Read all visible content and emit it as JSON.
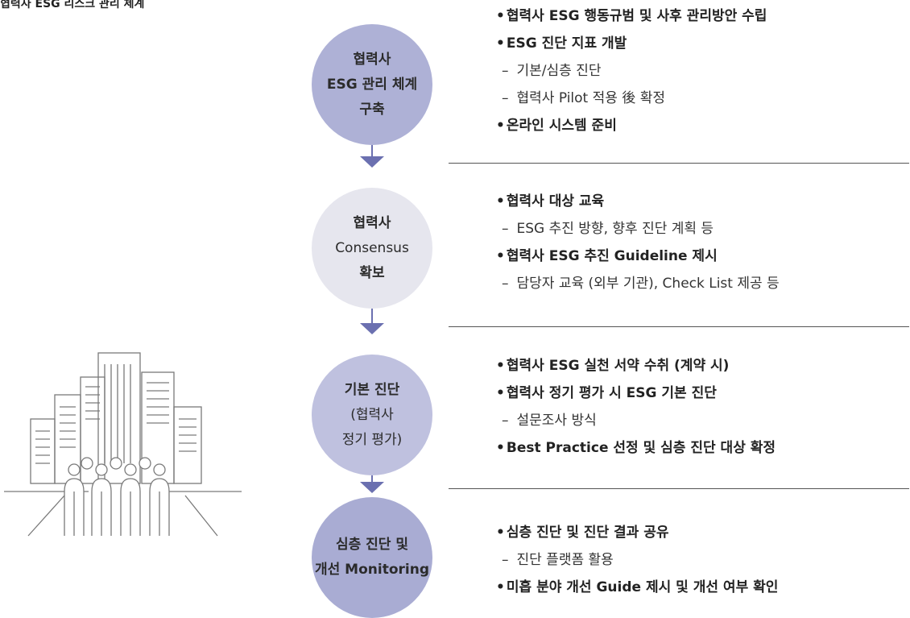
{
  "page_title": "협력사 ESG 리스크 관리 체계",
  "colors": {
    "step1": "#aeb1d6",
    "step2": "#e6e6ee",
    "step3": "#bfc1df",
    "step4": "#a9acd3",
    "arrow": "#6b70b0",
    "line_art": "#7a7a7a"
  },
  "illustration": {
    "icon": "city-buildings-people-icon"
  },
  "steps": [
    {
      "label_lines": [
        "협력사",
        "ESG 관리 체계",
        "구축"
      ],
      "items": [
        {
          "type": "main",
          "text": "협력사 ESG 행동규범 및 사후 관리방안 수립"
        },
        {
          "type": "main",
          "text": "ESG 진단 지표 개발"
        },
        {
          "type": "sub",
          "text": "기본/심층 진단"
        },
        {
          "type": "sub",
          "text": "협력사 Pilot 적용 後 확정"
        },
        {
          "type": "main",
          "text": "온라인 시스템 준비"
        }
      ]
    },
    {
      "label_lines": [
        "협력사",
        "Consensus",
        "확보"
      ],
      "items": [
        {
          "type": "main",
          "text": "협력사 대상 교육"
        },
        {
          "type": "sub",
          "text": "ESG 추진 방향, 향후 진단 계획 등"
        },
        {
          "type": "main",
          "text": "협력사 ESG 추진 Guideline 제시"
        },
        {
          "type": "sub",
          "text": "담당자 교육 (외부 기관), Check List 제공 등"
        }
      ]
    },
    {
      "label_lines": [
        "기본 진단",
        "(협력사",
        "정기 평가)"
      ],
      "items": [
        {
          "type": "main",
          "text": "협력사 ESG 실천 서약 수취 (계약 시)"
        },
        {
          "type": "main",
          "text": "협력사 정기 평가 시 ESG 기본 진단"
        },
        {
          "type": "sub",
          "text": "설문조사 방식"
        },
        {
          "type": "main",
          "text": "Best Practice 선정 및 심층 진단 대상 확정"
        }
      ]
    },
    {
      "label_lines": [
        "심층 진단 및",
        "개선 Monitoring"
      ],
      "items": [
        {
          "type": "main",
          "text": "심층 진단 및 진단 결과 공유"
        },
        {
          "type": "sub",
          "text": "진단 플랫폼 활용"
        },
        {
          "type": "main",
          "text": "미흡 분야 개선 Guide 제시 및 개선 여부 확인"
        }
      ]
    }
  ]
}
